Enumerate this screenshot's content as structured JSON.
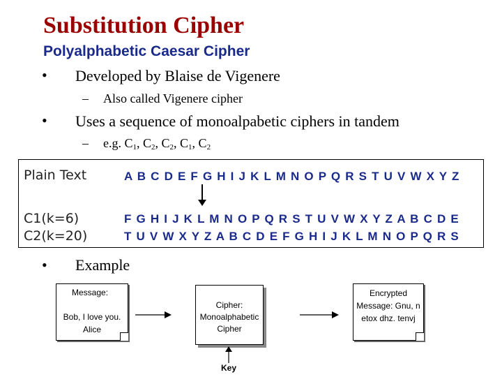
{
  "slide": {
    "title": "Substitution Cipher",
    "subtitle": "Polyalphabetic Caesar Cipher",
    "bullet_char": "•",
    "dash_char": "–",
    "bullets": [
      {
        "text": "Developed by Blaise de Vigenere",
        "sub": "Also called Vigenere cipher"
      },
      {
        "text": "Uses a sequence of monoalpabetic ciphers in tandem",
        "sub_prefix": "e.g. C",
        "seq": [
          "1",
          "2",
          "2",
          "1",
          "2"
        ]
      }
    ],
    "table": {
      "plain_label": "Plain Text",
      "plain_alphabet": "A B C D E F G H  I  J K L M N O P Q R S T U V W X Y Z",
      "c1_label": "C1(k=6)",
      "c2_label": "C2(k=20)",
      "c1_alphabet": "F G H  I  J K L M N O P Q R S T U V W X Y Z A B C D E",
      "c2_alphabet": "T U V W X Y Z A B C D E F G H  I  J K L M N O P Q R S"
    },
    "example": {
      "label": "Example",
      "message_title": "Message:",
      "message_text": "Bob, I love you. Alice",
      "cipher_text": "Cipher: Monoalphabetic Cipher",
      "key_label": "Key",
      "encrypted_text": "Encrypted Message: Gnu, n etox dhz. tenvj"
    }
  }
}
